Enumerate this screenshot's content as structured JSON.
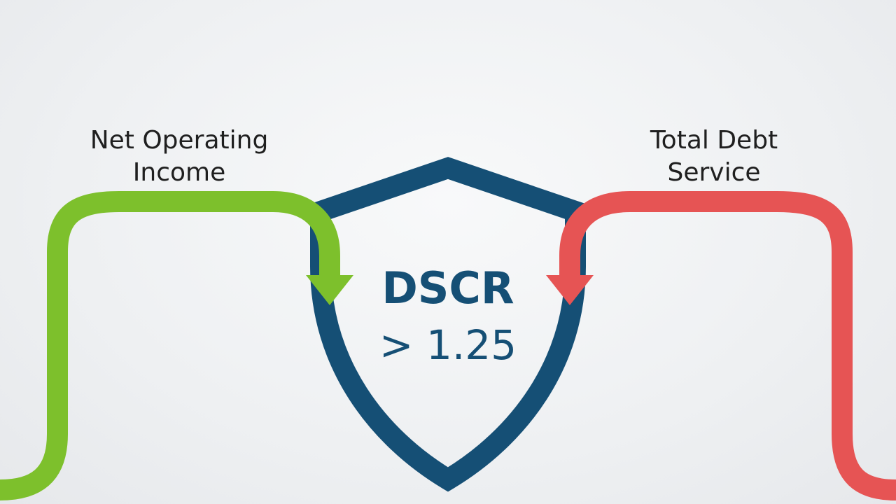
{
  "labels": {
    "left": {
      "line1": "Net Operating",
      "line2": "Income"
    },
    "right": {
      "line1": "Total Debt",
      "line2": "Service"
    }
  },
  "center": {
    "title": "DSCR",
    "value": "> 1.25"
  },
  "icons": {
    "center": "shield-icon",
    "left_arrow": "arrow-down-icon",
    "right_arrow": "arrow-down-icon"
  },
  "colors": {
    "income": "#7dc02c",
    "debt": "#e65454",
    "shield": "#154f75",
    "text": "#1f1f1f"
  }
}
